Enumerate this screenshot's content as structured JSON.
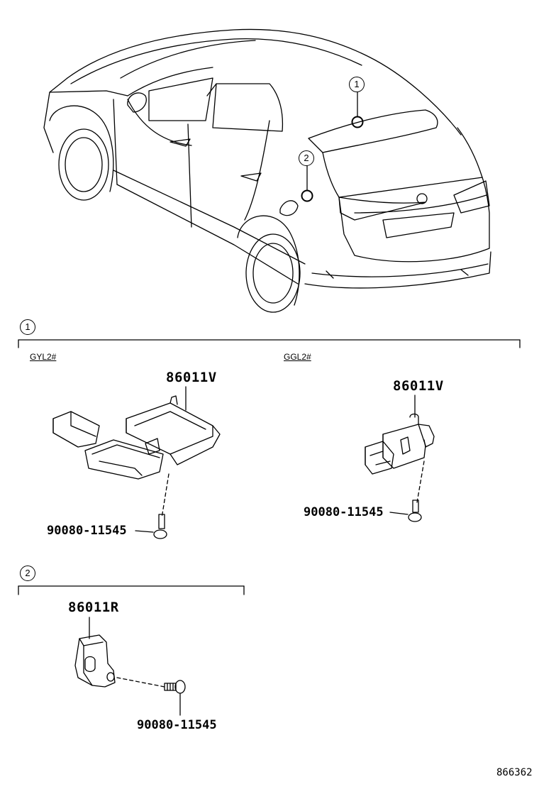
{
  "callouts": {
    "one": "1",
    "two": "2"
  },
  "section1": {
    "callout": "1",
    "variant_left": "GYL2#",
    "variant_right": "GGL2#",
    "left_part": "86011V",
    "left_bolt": "90080-11545",
    "right_part": "86011V",
    "right_bolt": "90080-11545"
  },
  "section2": {
    "callout": "2",
    "part": "86011R",
    "bolt": "90080-11545"
  },
  "diagram_ref": "866362"
}
